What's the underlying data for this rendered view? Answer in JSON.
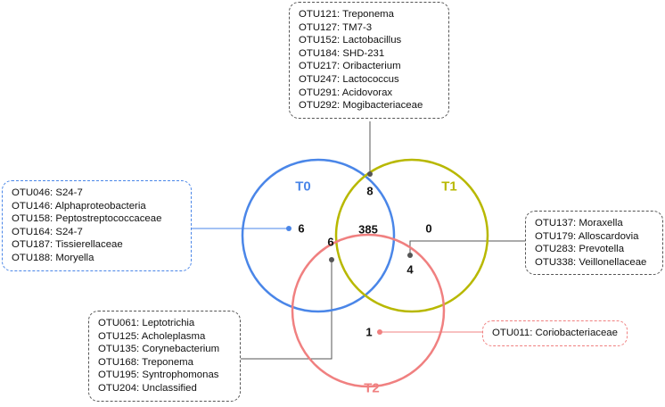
{
  "sets": [
    {
      "id": "T0",
      "label": "T0",
      "color": "#4a86e8"
    },
    {
      "id": "T1",
      "label": "T1",
      "color": "#b8b800"
    },
    {
      "id": "T2",
      "label": "T2",
      "color": "#f08080"
    }
  ],
  "region_counts": {
    "t0_only": "6",
    "t1_only": "0",
    "t2_only": "1",
    "t0_t1": "8",
    "t0_t2": "6",
    "t1_t2": "4",
    "all": "385"
  },
  "callouts": {
    "t0_t1": [
      "OTU121: Treponema",
      "OTU127: TM7-3",
      "OTU152: Lactobacillus",
      "OTU184: SHD-231",
      "OTU217: Oribacterium",
      "OTU247: Lactococcus",
      "OTU291: Acidovorax",
      "OTU292: Mogibacteriaceae"
    ],
    "t0_only": [
      "OTU046: S24-7",
      "OTU146: Alphaproteobacteria",
      "OTU158: Peptostreptococcaceae",
      "OTU164: S24-7",
      "OTU187: Tissierellaceae",
      "OTU188: Moryella"
    ],
    "t1_t2": [
      "OTU137: Moraxella",
      "OTU179: Alloscardovia",
      "OTU283: Prevotella",
      "OTU338: Veillonellaceae"
    ],
    "t0_t2": [
      "OTU061: Leptotrichia",
      "OTU125: Acholeplasma",
      "OTU135: Corynebacterium",
      "OTU168: Treponema",
      "OTU195: Syntrophomonas",
      "OTU204: Unclassified"
    ],
    "t2_only": [
      "OTU011: Coriobacteriaceae"
    ]
  }
}
